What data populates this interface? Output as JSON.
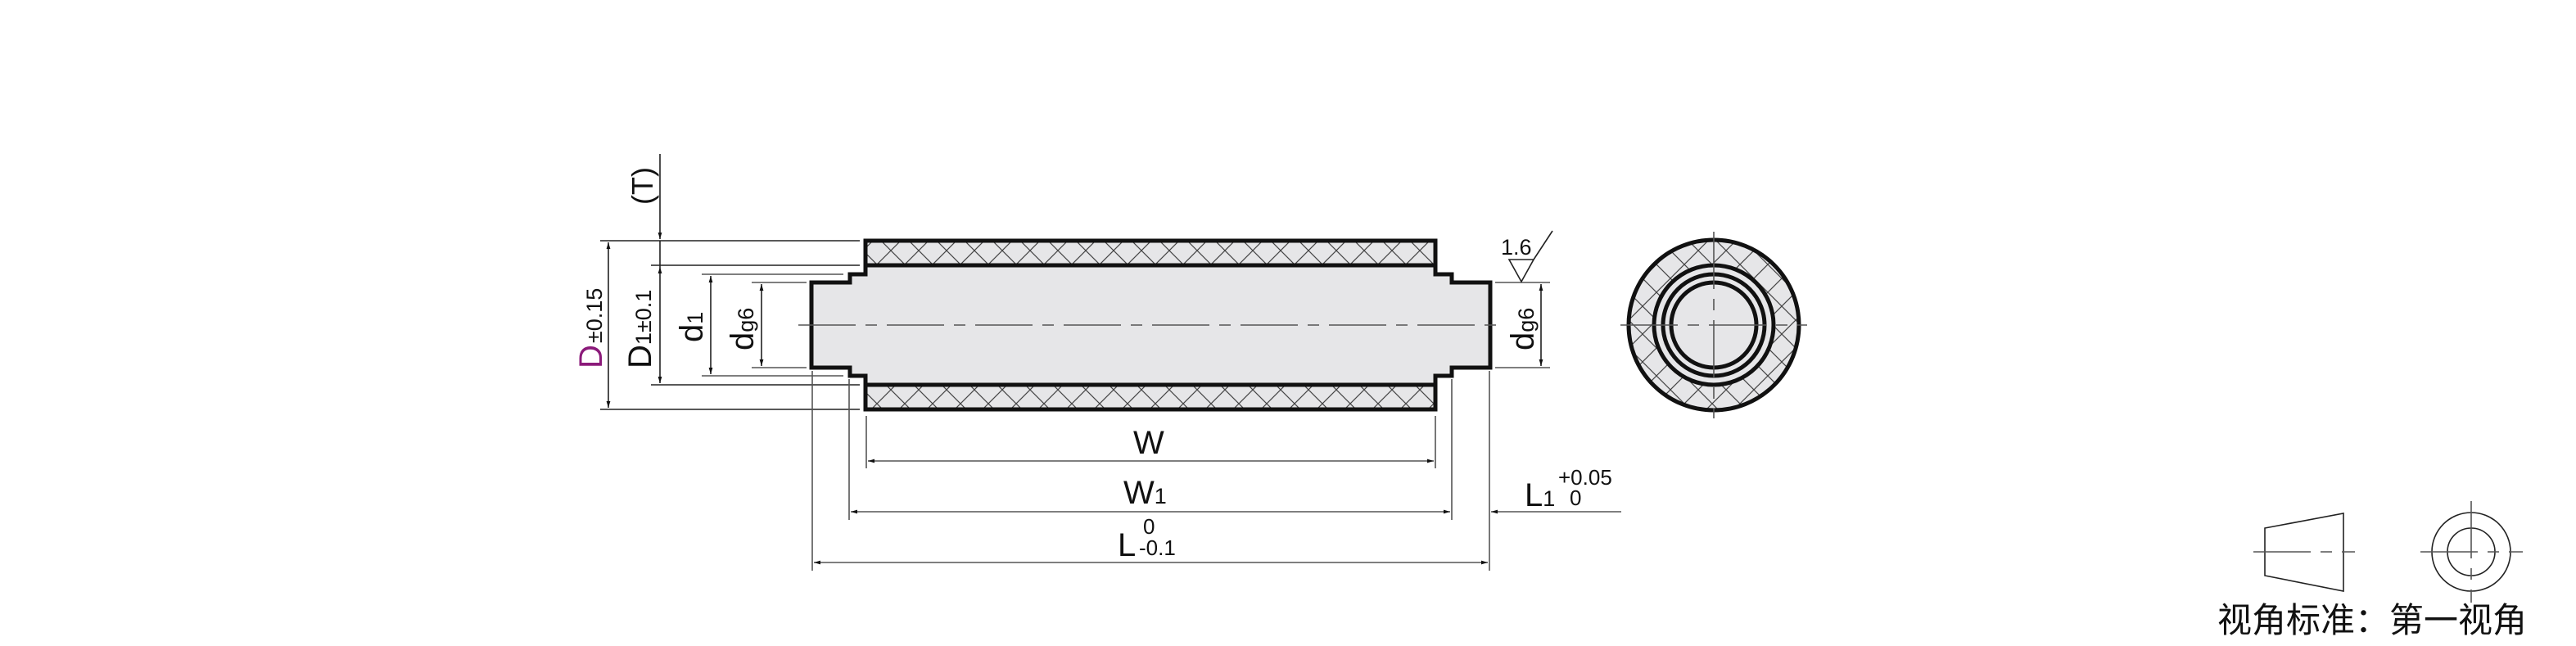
{
  "drawing": {
    "labels": {
      "T": "(T)",
      "D": "D",
      "D_tol": "±0.15",
      "D1": "D",
      "D1_sub": "1",
      "D1_tol": "±0.1",
      "d1": "d",
      "d1_sub": "1",
      "dg6_left": "d",
      "dg6_left_sub": "g6",
      "dg6_right": "d",
      "dg6_right_sub": "g6",
      "roughness": "1.6",
      "W": "W",
      "W1": "W",
      "W1_sub": "1",
      "L": "L",
      "L_upper": "0",
      "L_lower": "-0.1",
      "L1": "L",
      "L1_sub": "1",
      "L1_upper": "+0.05",
      "L1_lower": "0"
    },
    "colors": {
      "highlight": "#8b1a7a",
      "body_fill": "#e6e6e8",
      "line": "#111111"
    }
  },
  "legend": {
    "caption": "视角标准：第一视角"
  }
}
